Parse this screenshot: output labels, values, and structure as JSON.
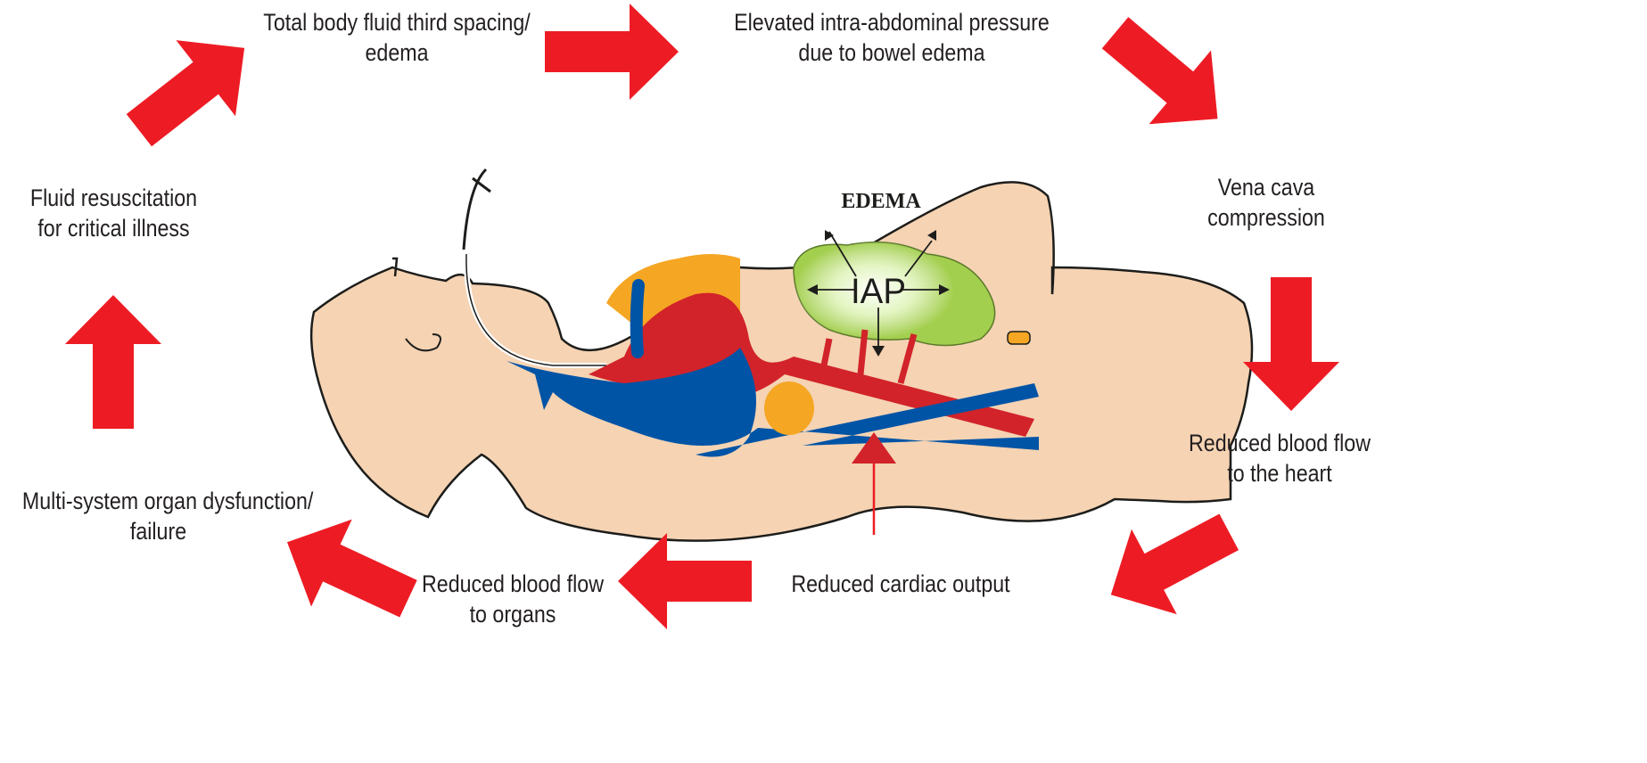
{
  "colors": {
    "arrow": "#ed1c24",
    "skin": "#f5d3b3",
    "artery": "#d2232a",
    "vein": "#0054a6",
    "lung": "#f5a623",
    "bowel": "#a3cf4e"
  },
  "cycle": [
    {
      "id": "fluid-resuscitation",
      "lines": [
        "Fluid resuscitation",
        "for critical illness"
      ]
    },
    {
      "id": "third-spacing",
      "lines": [
        "Total body fluid third spacing/",
        "edema"
      ]
    },
    {
      "id": "elevated-iap",
      "lines": [
        "Elevated intra-abdominal pressure",
        "due to bowel edema"
      ]
    },
    {
      "id": "vena-cava",
      "lines": [
        "Vena cava",
        "compression"
      ]
    },
    {
      "id": "reduced-flow-heart",
      "lines": [
        "Reduced blood flow",
        "to the heart"
      ]
    },
    {
      "id": "reduced-cardiac-output",
      "lines": [
        "Reduced cardiac output"
      ]
    },
    {
      "id": "reduced-flow-organs",
      "lines": [
        "Reduced blood flow",
        "to organs"
      ]
    },
    {
      "id": "organ-failure",
      "lines": [
        "Multi-system organ dysfunction/",
        "failure"
      ]
    }
  ],
  "illustration": {
    "edema_label": "EDEMA",
    "iap_label": "IAP"
  }
}
